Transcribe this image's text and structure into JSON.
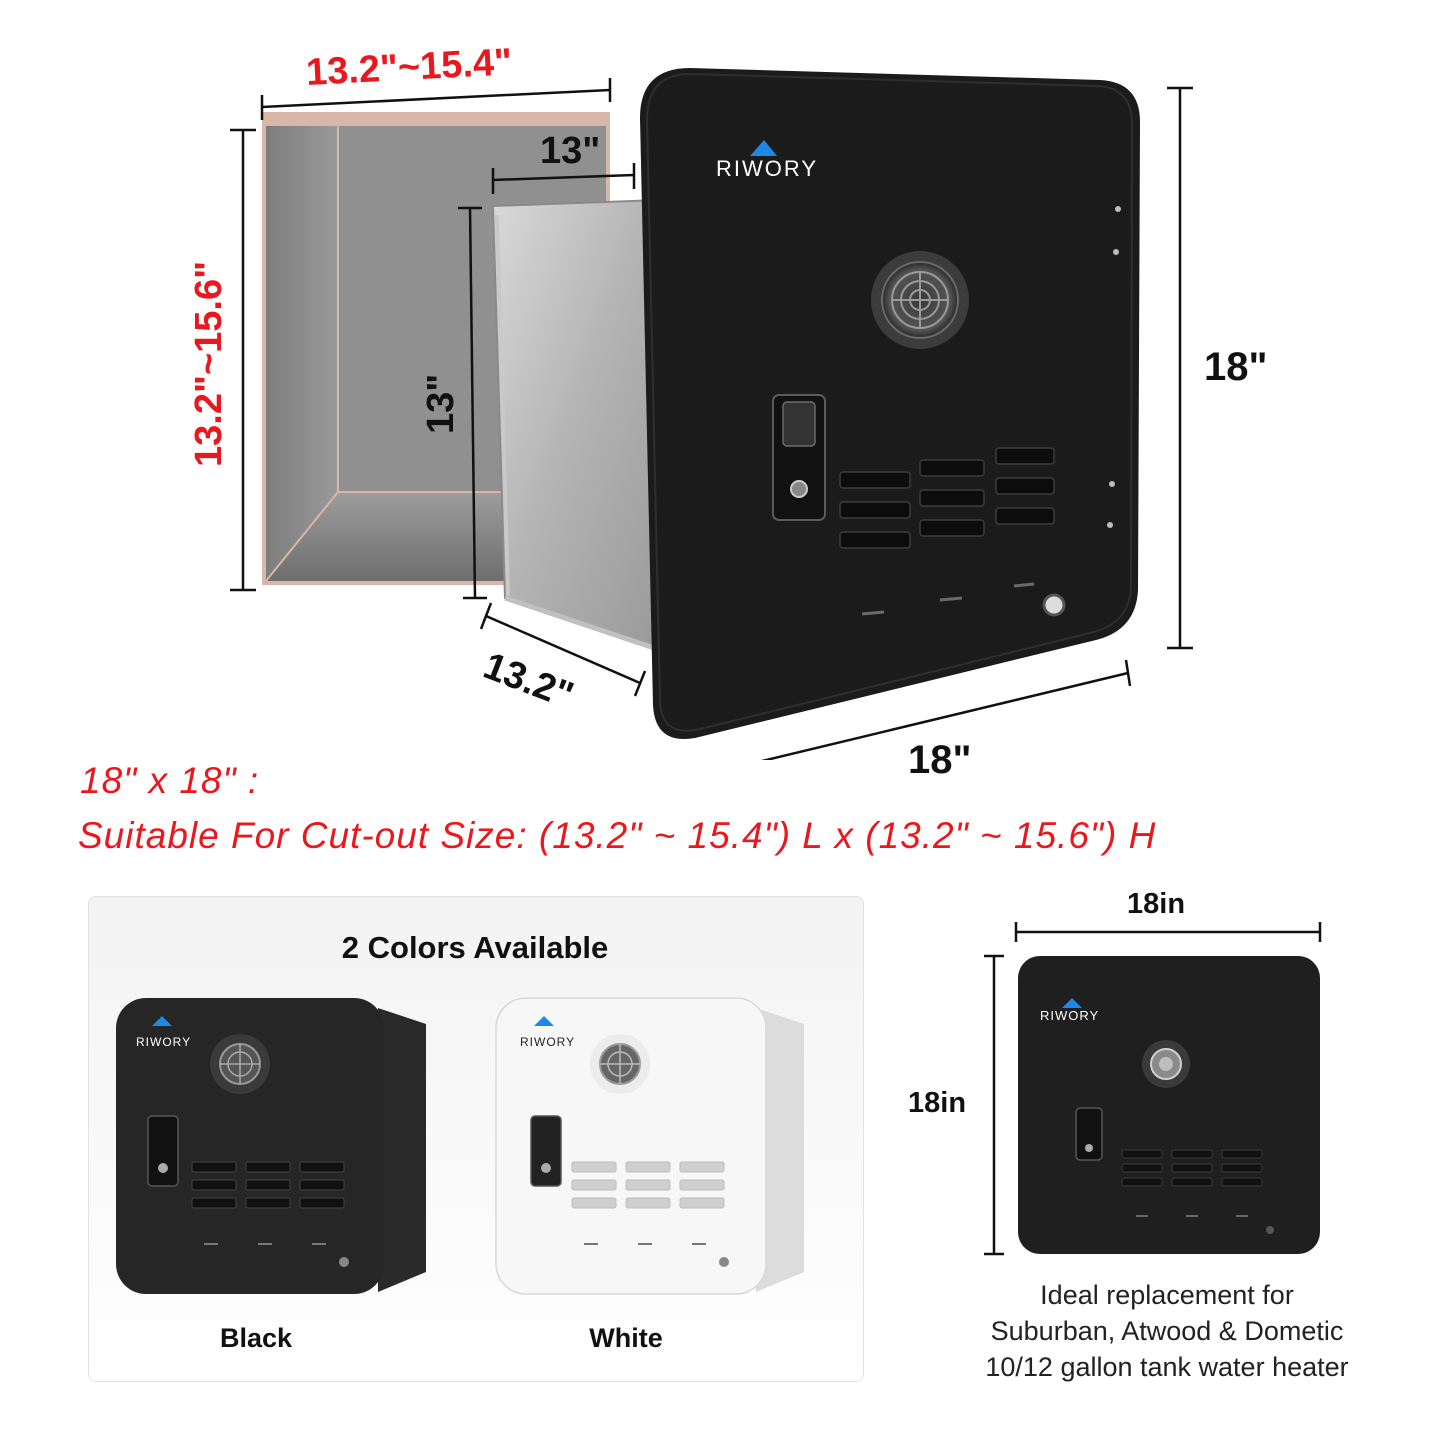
{
  "brand": {
    "logo_text": "RIWORY"
  },
  "colors": {
    "accent_red": "#e8181e",
    "panel_black": "#1c1c1c",
    "panel_white": "#f6f6f6",
    "logo_blue": "#1e88e5"
  },
  "diagram": {
    "cutout_width": "13.2\"~15.4\"",
    "cutout_height": "13.2\"~15.6\"",
    "box_depth": "13\"",
    "box_height": "13\"",
    "box_width": "13.2\"",
    "panel_height": "18\"",
    "panel_width": "18\""
  },
  "spec": {
    "size_line": "18\" x 18\" :",
    "suitable_line": "Suitable For Cut-out Size: (13.2\" ~ 15.4\") L x (13.2\" ~ 15.6\") H"
  },
  "colors_section": {
    "title": "2 Colors Available",
    "options": [
      {
        "label": "Black"
      },
      {
        "label": "White"
      }
    ]
  },
  "front_view": {
    "width_label": "18in",
    "height_label": "18in",
    "caption_lines": [
      "Ideal replacement for",
      "Suburban, Atwood & Dometic",
      "10/12 gallon tank water heater"
    ]
  }
}
